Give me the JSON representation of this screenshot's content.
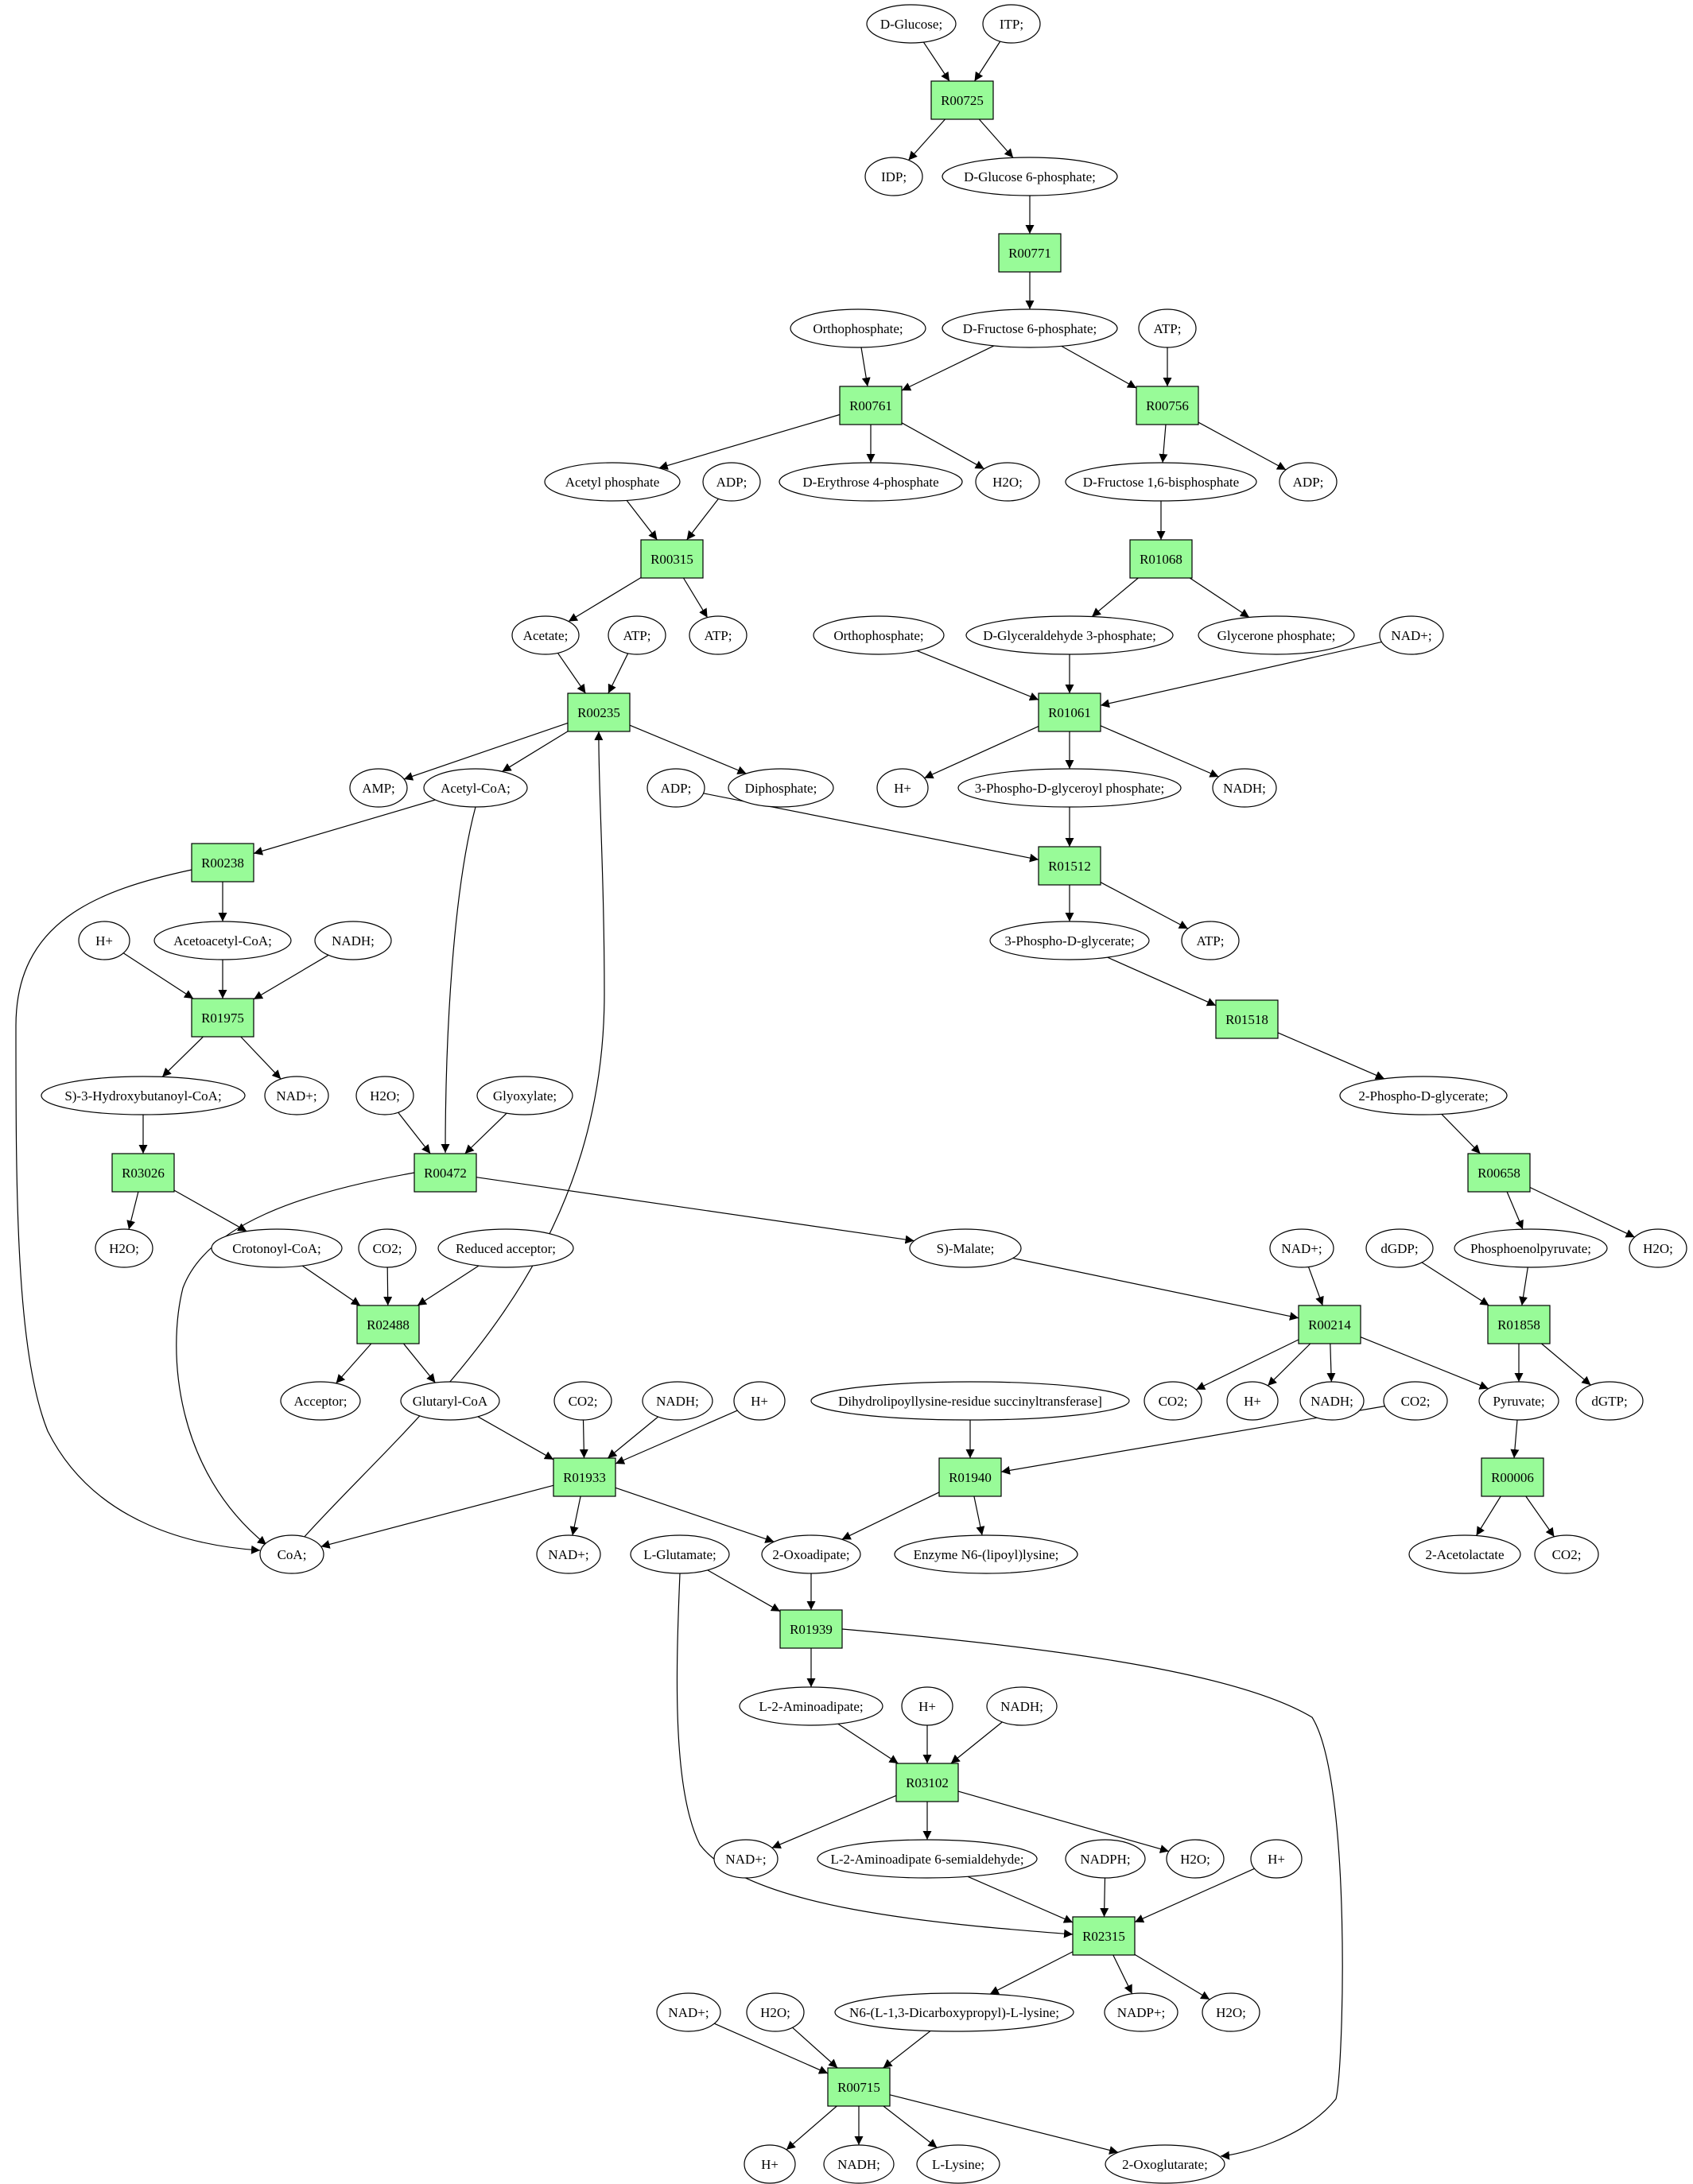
{
  "colors": {
    "reaction_fill": "#98fb98",
    "source_fill": "#00ff00",
    "target_fill": "#ffff00",
    "metabolite_fill": "#ffffff",
    "stroke": "#000000"
  },
  "start_metabolite": "D-Glucose;",
  "target_metabolite": "L-Lysine;",
  "reactions": [
    "R00725",
    "R00771",
    "R00761",
    "R00756",
    "R00315",
    "R01068",
    "R00235",
    "R01061",
    "R00238",
    "R01512",
    "R01975",
    "R01518",
    "R00472",
    "R03026",
    "R00658",
    "R02488",
    "R00214",
    "R01858",
    "R01933",
    "R01940",
    "R00006",
    "R01939",
    "R03102",
    "R02315",
    "R00715"
  ],
  "metabolites": [
    "D-Glucose;",
    "ITP;",
    "IDP;",
    "D-Glucose 6-phosphate;",
    "Orthophosphate;",
    "D-Fructose 6-phosphate;",
    "ATP;",
    "Acetyl phosphate",
    "ADP;",
    "D-Erythrose 4-phosphate",
    "H2O;",
    "D-Fructose 1,6-bisphosphate",
    "ADP;",
    "Acetate;",
    "ATP;",
    "ATP;",
    "Orthophosphate;",
    "D-Glyceraldehyde 3-phosphate;",
    "Glycerone phosphate;",
    "NAD+;",
    "AMP;",
    "Acetyl-CoA;",
    "ADP;",
    "Diphosphate;",
    "H+",
    "3-Phospho-D-glyceroyl phosphate;",
    "NADH;",
    "H+",
    "Acetoacetyl-CoA;",
    "NADH;",
    "3-Phospho-D-glycerate;",
    "ATP;",
    "S)-3-Hydroxybutanoyl-CoA;",
    "NAD+;",
    "H2O;",
    "Glyoxylate;",
    "2-Phospho-D-glycerate;",
    "H2O;",
    "Crotonoyl-CoA;",
    "CO2;",
    "Reduced acceptor;",
    "S)-Malate;",
    "NAD+;",
    "dGDP;",
    "Phosphoenolpyruvate;",
    "H2O;",
    "Acceptor;",
    "Glutaryl-CoA",
    "CO2;",
    "NADH;",
    "H+",
    "Dihydrolipoyllysine-residue succinyltransferase]",
    "CO2;",
    "H+",
    "NADH;",
    "CO2;",
    "Pyruvate;",
    "dGTP;",
    "CoA;",
    "NAD+;",
    "L-Glutamate;",
    "2-Oxoadipate;",
    "Enzyme N6-(lipoyl)lysine;",
    "2-Acetolactate",
    "CO2;",
    "L-2-Aminoadipate;",
    "H+",
    "NADH;",
    "NAD+;",
    "L-2-Aminoadipate 6-semialdehyde;",
    "NADPH;",
    "H2O;",
    "H+",
    "NAD+;",
    "H2O;",
    "N6-(L-1,3-Dicarboxypropyl)-L-lysine;",
    "NADP+;",
    "H2O;",
    "H+",
    "NADH;",
    "L-Lysine;",
    "2-Oxoglutarate;"
  ]
}
